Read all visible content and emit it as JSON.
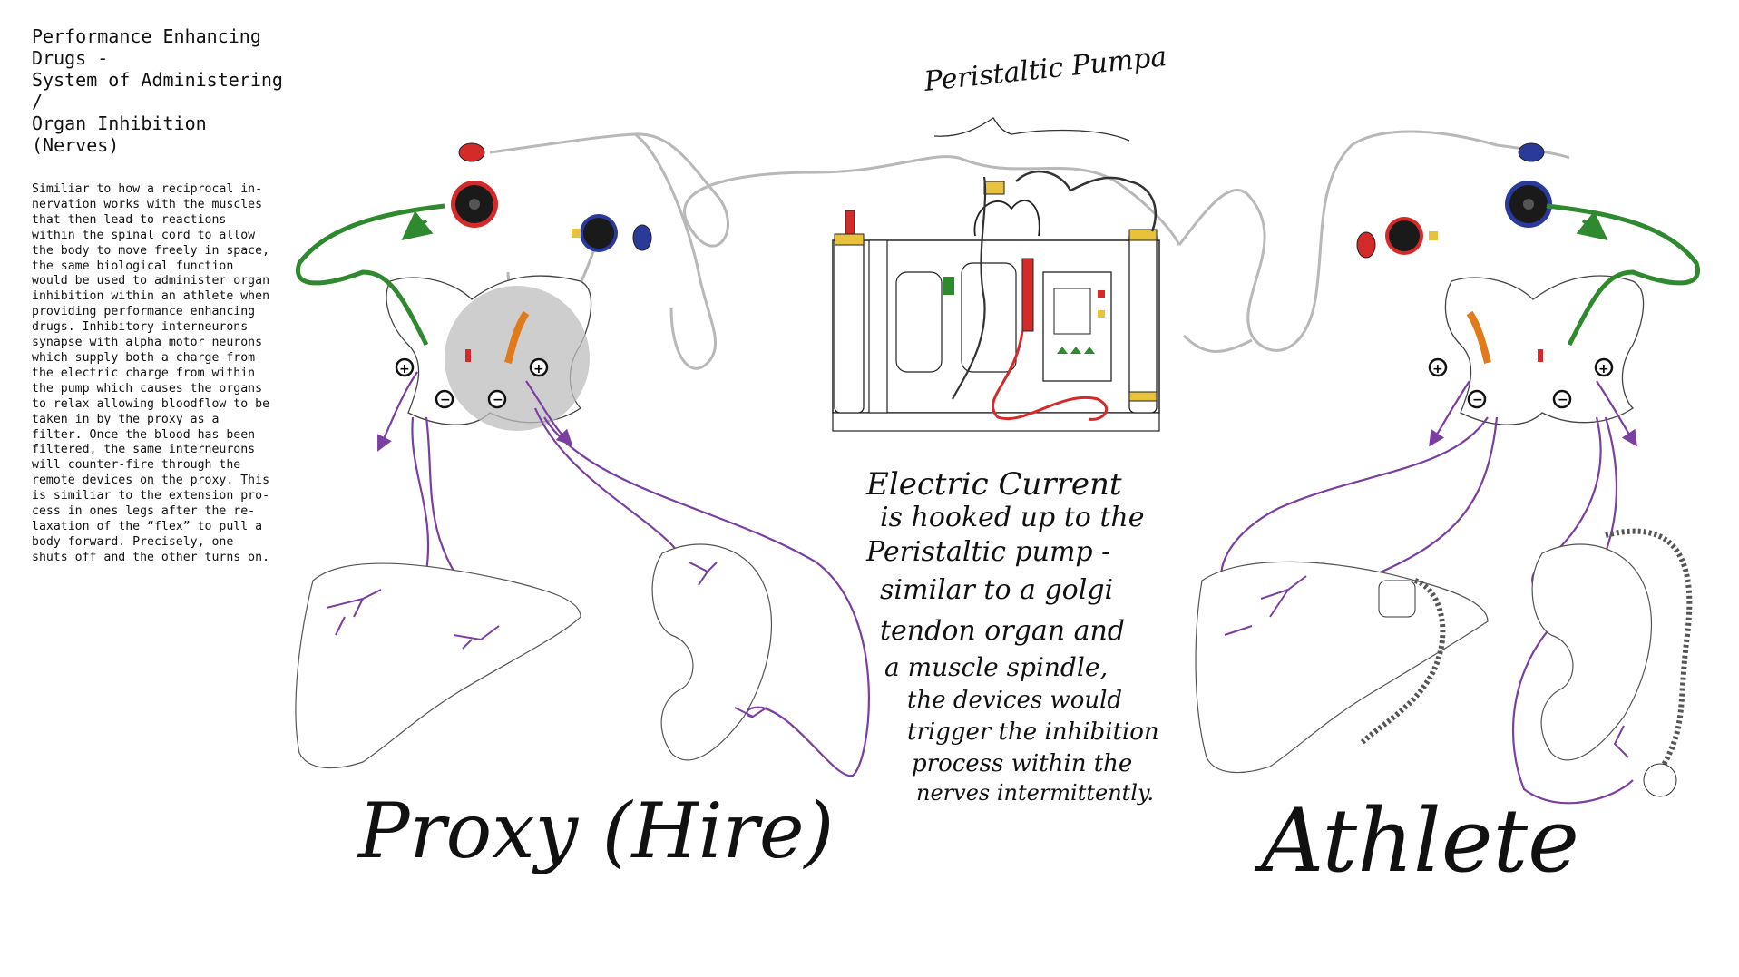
{
  "title_lines": [
    "Performance Enhancing",
    "Drugs -",
    "System of Administering",
    "/",
    "Organ Inhibition",
    "(Nerves)"
  ],
  "body_lines": [
    "Similiar to how a reciprocal in-",
    "nervation works with the muscles",
    "that then lead to reactions",
    "within the spinal cord to allow",
    "the body to move freely in space,",
    "the same biological function",
    "would be used to administer organ",
    "inhibition within an athlete when",
    "providing performance enhancing",
    "drugs. Inhibitory interneurons",
    "synapse with alpha motor neurons",
    "which supply both a charge from",
    "the electric charge from within",
    "the pump which causes the organs",
    "to relax allowing bloodflow to be",
    "taken in by the proxy as a",
    "filter. Once the blood has been",
    "filtered, the same interneurons",
    "will counter-fire through the",
    "remote devices on the proxy. This",
    "is similiar to the extension pro-",
    "cess in ones legs after the re-",
    "laxation of the “flex” to pull a",
    "body forward. Precisely, one",
    "shuts off and the other turns on."
  ],
  "pump_label": "Peristaltic Pumpa",
  "center_note_lines": [
    "Electric Current",
    "is hooked up to the",
    "Peristaltic pump -",
    "similar to a golgi",
    "tendon organ and",
    "a muscle spindle,",
    "the devices would",
    "trigger the inhibition",
    "process within the",
    "nerves intermittently."
  ],
  "proxy_label": "Proxy (Hire)",
  "athlete_label": "Athlete",
  "colors": {
    "nerve": "#7a3fa0",
    "motor": "#2f8a2f",
    "interneuron": "#e07a1a",
    "red_device": "#d42a2a",
    "blue_device": "#2a3a9a",
    "yellow": "#e8c23a",
    "tube": "#aaaaaa"
  }
}
